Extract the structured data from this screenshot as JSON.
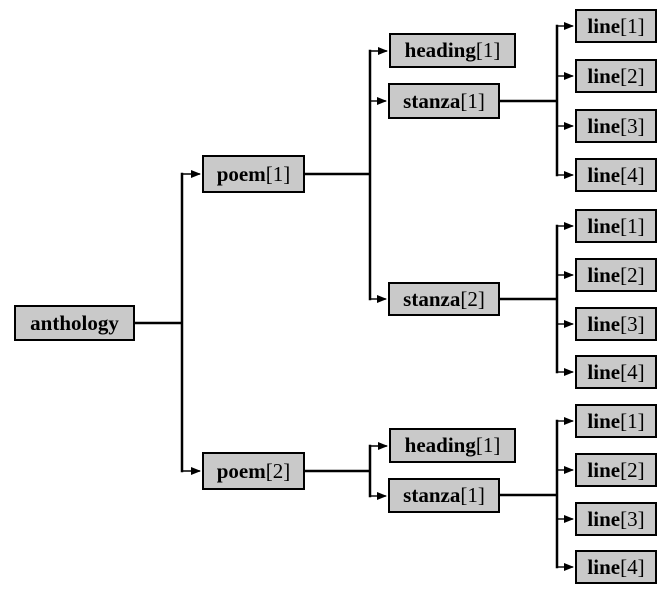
{
  "colors": {
    "background": "#ffffff",
    "node_fill": "#c9c9c9",
    "node_border": "#000000",
    "connector": "#000000",
    "text": "#000000"
  },
  "tree": {
    "root": {
      "label": "anthology",
      "suffix": ""
    },
    "poems": [
      {
        "label": "poem",
        "suffix": "[1]",
        "children": [
          {
            "label": "heading",
            "suffix": "[1]"
          },
          {
            "label": "stanza",
            "suffix": "[1]",
            "lines": [
              {
                "label": "line",
                "suffix": "[1]"
              },
              {
                "label": "line",
                "suffix": "[2]"
              },
              {
                "label": "line",
                "suffix": "[3]"
              },
              {
                "label": "line",
                "suffix": "[4]"
              }
            ]
          },
          {
            "label": "stanza",
            "suffix": "[2]",
            "lines": [
              {
                "label": "line",
                "suffix": "[1]"
              },
              {
                "label": "line",
                "suffix": "[2]"
              },
              {
                "label": "line",
                "suffix": "[3]"
              },
              {
                "label": "line",
                "suffix": "[4]"
              }
            ]
          }
        ]
      },
      {
        "label": "poem",
        "suffix": "[2]",
        "children": [
          {
            "label": "heading",
            "suffix": "[1]"
          },
          {
            "label": "stanza",
            "suffix": "[1]",
            "lines": [
              {
                "label": "line",
                "suffix": "[1]"
              },
              {
                "label": "line",
                "suffix": "[2]"
              },
              {
                "label": "line",
                "suffix": "[3]"
              },
              {
                "label": "line",
                "suffix": "[4]"
              }
            ]
          }
        ]
      }
    ]
  }
}
